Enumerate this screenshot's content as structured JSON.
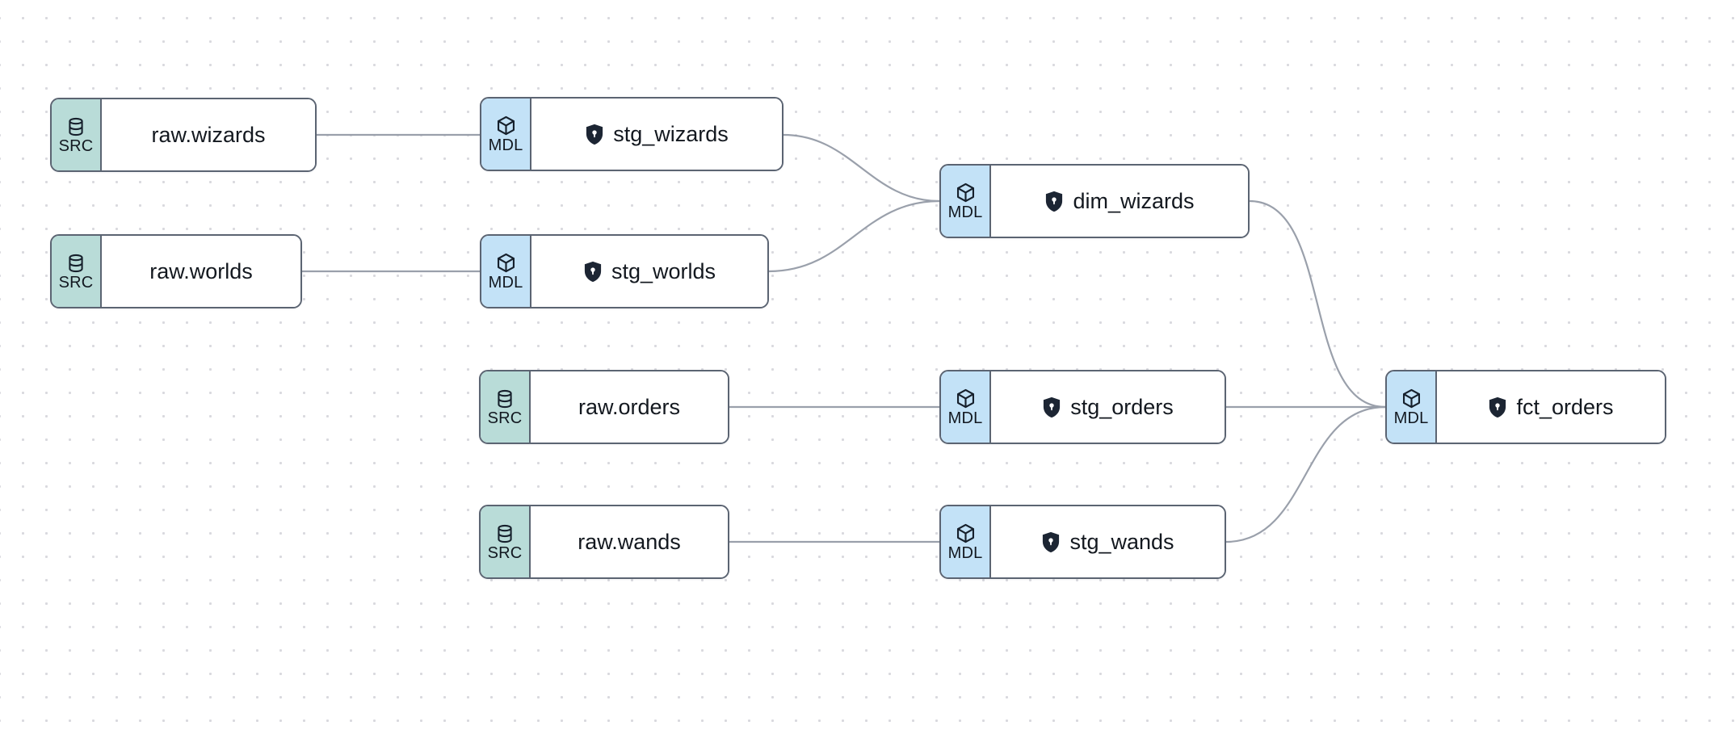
{
  "canvas": {
    "background_color": "#ffffff",
    "dot_grid_color": "#d9d9de",
    "edge_color": "#9aa0ab",
    "node_border_color": "#5b6472",
    "src_badge_color": "#b9dcd8",
    "mdl_badge_color": "#c3e2f7",
    "label_color": "#13181f"
  },
  "badges": {
    "src": {
      "text": "SRC",
      "icon": "database-icon"
    },
    "mdl": {
      "text": "MDL",
      "icon": "cube-icon"
    }
  },
  "nodes": [
    {
      "id": "raw-wizards",
      "label": "raw.wizards",
      "badge": "SRC",
      "badge_icon": "database-icon",
      "has_shield": false
    },
    {
      "id": "raw-worlds",
      "label": "raw.worlds",
      "badge": "SRC",
      "badge_icon": "database-icon",
      "has_shield": false
    },
    {
      "id": "raw-orders",
      "label": "raw.orders",
      "badge": "SRC",
      "badge_icon": "database-icon",
      "has_shield": false
    },
    {
      "id": "raw-wands",
      "label": "raw.wands",
      "badge": "SRC",
      "badge_icon": "database-icon",
      "has_shield": false
    },
    {
      "id": "stg-wizards",
      "label": "stg_wizards",
      "badge": "MDL",
      "badge_icon": "cube-icon",
      "has_shield": true,
      "shield_icon": "shield-lock-icon"
    },
    {
      "id": "stg-worlds",
      "label": "stg_worlds",
      "badge": "MDL",
      "badge_icon": "cube-icon",
      "has_shield": true,
      "shield_icon": "shield-lock-icon"
    },
    {
      "id": "stg-orders",
      "label": "stg_orders",
      "badge": "MDL",
      "badge_icon": "cube-icon",
      "has_shield": true,
      "shield_icon": "shield-lock-icon"
    },
    {
      "id": "stg-wands",
      "label": "stg_wands",
      "badge": "MDL",
      "badge_icon": "cube-icon",
      "has_shield": true,
      "shield_icon": "shield-lock-icon"
    },
    {
      "id": "dim-wizards",
      "label": "dim_wizards",
      "badge": "MDL",
      "badge_icon": "cube-icon",
      "has_shield": true,
      "shield_icon": "shield-lock-icon"
    },
    {
      "id": "fct-orders",
      "label": "fct_orders",
      "badge": "MDL",
      "badge_icon": "cube-icon",
      "has_shield": true,
      "shield_icon": "shield-lock-icon"
    }
  ],
  "edges": [
    {
      "from": "raw-wizards",
      "to": "stg-wizards",
      "style": "straight"
    },
    {
      "from": "raw-worlds",
      "to": "stg-worlds",
      "style": "straight"
    },
    {
      "from": "raw-orders",
      "to": "stg-orders",
      "style": "straight"
    },
    {
      "from": "raw-wands",
      "to": "stg-wands",
      "style": "straight"
    },
    {
      "from": "stg-wizards",
      "to": "dim-wizards",
      "style": "curve"
    },
    {
      "from": "stg-worlds",
      "to": "dim-wizards",
      "style": "curve"
    },
    {
      "from": "dim-wizards",
      "to": "fct-orders",
      "style": "curve"
    },
    {
      "from": "stg-orders",
      "to": "fct-orders",
      "style": "straight"
    },
    {
      "from": "stg-wands",
      "to": "fct-orders",
      "style": "curve"
    }
  ]
}
